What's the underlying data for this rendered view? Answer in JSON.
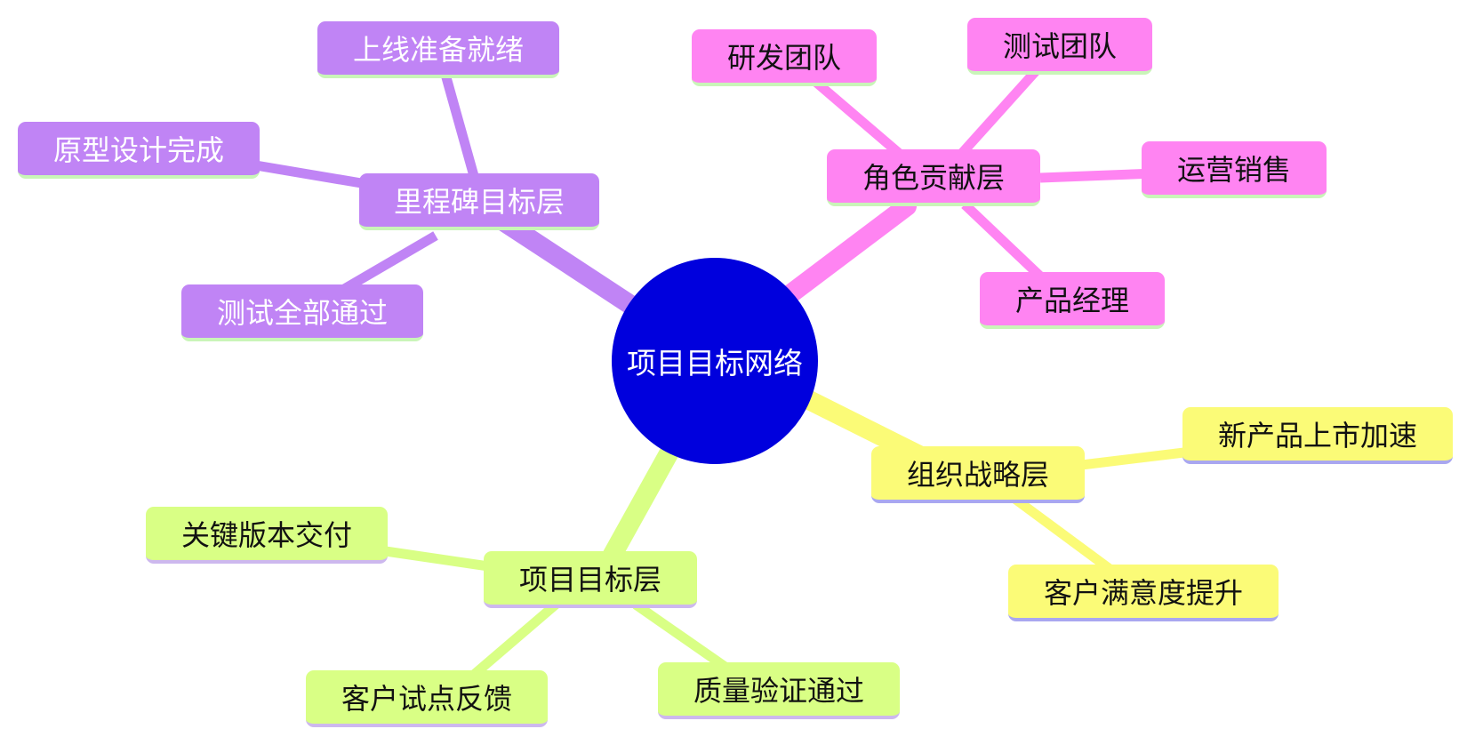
{
  "center": {
    "label": "项目目标网络",
    "color": "#0000dd"
  },
  "branches": {
    "milestone": {
      "label": "里程碑目标层",
      "color": "#c084f5",
      "children": [
        "上线准备就绪",
        "原型设计完成",
        "测试全部通过"
      ]
    },
    "role": {
      "label": "角色贡献层",
      "color": "#ff84f2",
      "children": [
        "研发团队",
        "测试团队",
        "运营销售",
        "产品经理"
      ]
    },
    "strategy": {
      "label": "组织战略层",
      "color": "#fbfb77",
      "children": [
        "新产品上市加速",
        "客户满意度提升"
      ]
    },
    "project": {
      "label": "项目目标层",
      "color": "#d9ff85",
      "children": [
        "关键版本交付",
        "客户试点反馈",
        "质量验证通过"
      ]
    }
  }
}
